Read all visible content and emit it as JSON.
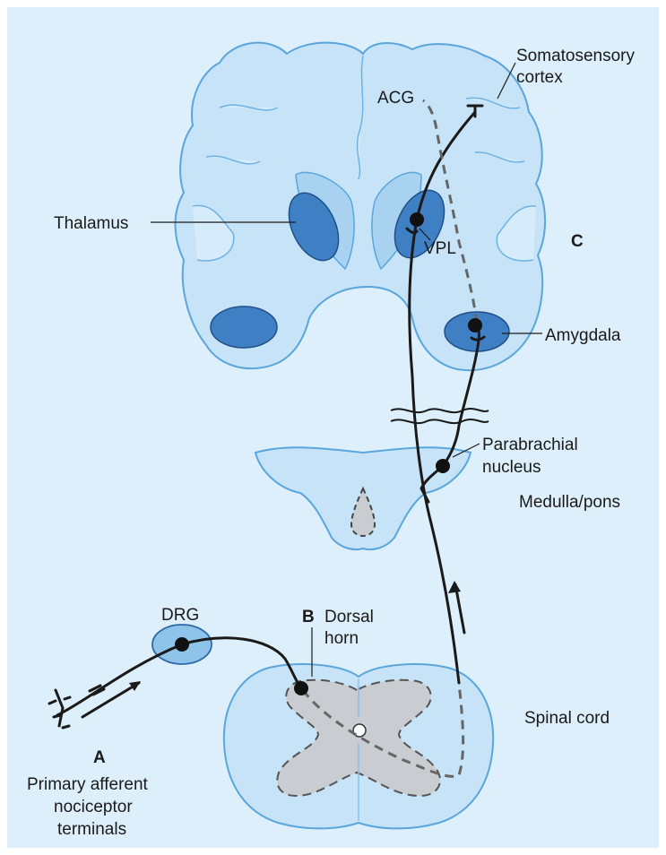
{
  "labels": {
    "somatosensory_1": "Somatosensory",
    "somatosensory_2": "cortex",
    "acg": "ACG",
    "thalamus": "Thalamus",
    "vpl": "VPL",
    "c": "C",
    "amygdala": "Amygdala",
    "parabrachial_1": "Parabrachial",
    "parabrachial_2": "nucleus",
    "medulla": "Medulla/pons",
    "drg": "DRG",
    "b": "B",
    "dorsal": "Dorsal",
    "horn": "horn",
    "spinal": "Spinal cord",
    "a": "A",
    "primary_1": "Primary afferent",
    "primary_2": "nociceptor",
    "primary_3": "terminals"
  },
  "colors": {
    "background": "#ddeffa",
    "tissue": "#c6e3f7",
    "nucleus": "#3f80c4",
    "grey_matter": "#c9cdd1"
  }
}
